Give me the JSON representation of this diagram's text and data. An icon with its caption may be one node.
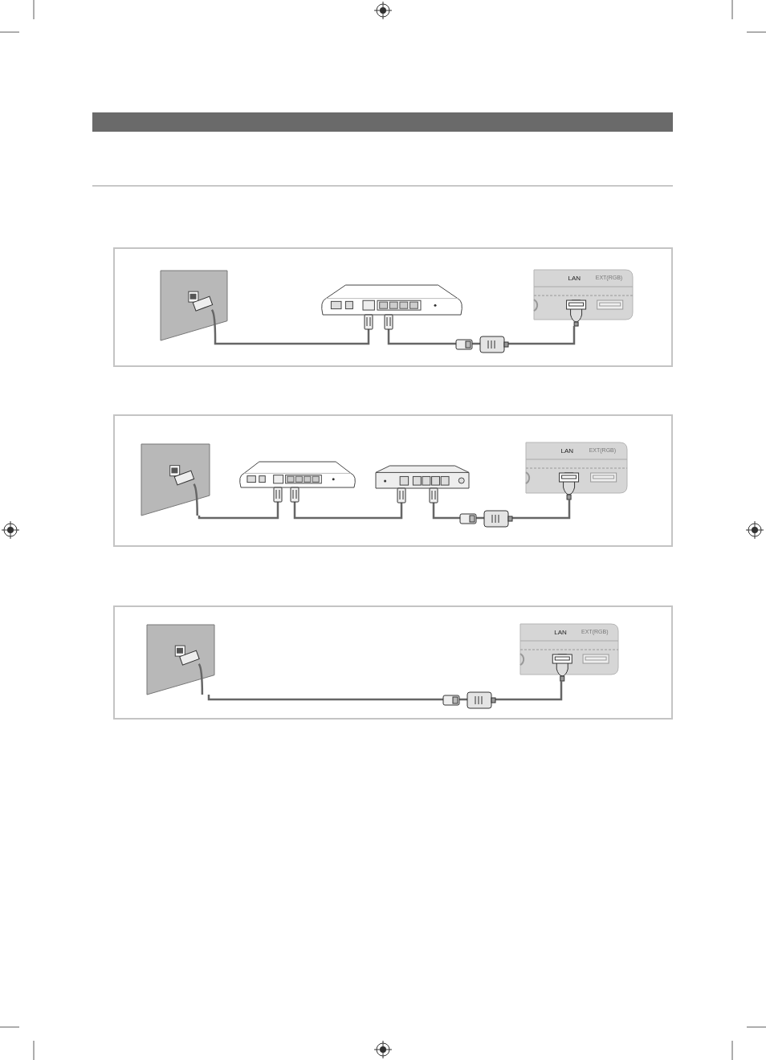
{
  "diagram": {
    "nodes": [
      {
        "text": [],
        "shape": "picture"
      },
      {
        "text": [],
        "shape": "picture"
      },
      {
        "text": [
          "LAN",
          "EXT(RGB)"
        ]
      },
      {
        "text": [],
        "shape": "picture"
      },
      {
        "text": [],
        "shape": "picture"
      },
      {
        "text": [],
        "shape": "picture"
      },
      {
        "text": [
          "LAN",
          "EXT(RGB)"
        ]
      },
      {
        "text": [],
        "shape": "picture"
      },
      {
        "text": [
          "LAN",
          "EXT(RGB)"
        ]
      }
    ],
    "edges": [
      {
        "from": 0,
        "to": 1,
        "arrow": "none"
      },
      {
        "from": 1,
        "to": 2,
        "arrow": "none"
      },
      {
        "from": 3,
        "to": 4,
        "arrow": "none"
      },
      {
        "from": 4,
        "to": 5,
        "arrow": "none"
      },
      {
        "from": 5,
        "to": 6,
        "arrow": "none"
      },
      {
        "from": 7,
        "to": 8,
        "arrow": "none"
      }
    ]
  }
}
